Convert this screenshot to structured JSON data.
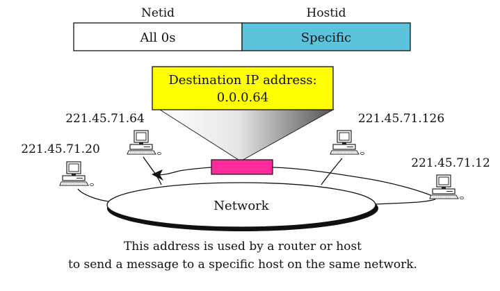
{
  "header": {
    "netid_label": "Netid",
    "hostid_label": "Hostid",
    "netid_value": "All 0s",
    "hostid_value": "Specific"
  },
  "callout": {
    "line1": "Destination IP address:",
    "line2": "0.0.0.64"
  },
  "hosts": [
    {
      "address": "221.45.71.64",
      "icon": "computer-icon"
    },
    {
      "address": "221.45.71.20",
      "icon": "computer-icon"
    },
    {
      "address": "221.45.71.126",
      "icon": "computer-icon"
    },
    {
      "address": "221.45.71.12",
      "icon": "computer-icon"
    }
  ],
  "network": {
    "label": "Network"
  },
  "caption": {
    "line1": "This address is used by a router or host",
    "line2": "to send a message to a specific host on the same network."
  },
  "colors": {
    "hostid_fill": "#5bc4dc",
    "callout_fill": "#ffff00",
    "packet_fill": "#ff2a9c",
    "cone_dark": "#555555",
    "cone_light": "#ffffff"
  }
}
